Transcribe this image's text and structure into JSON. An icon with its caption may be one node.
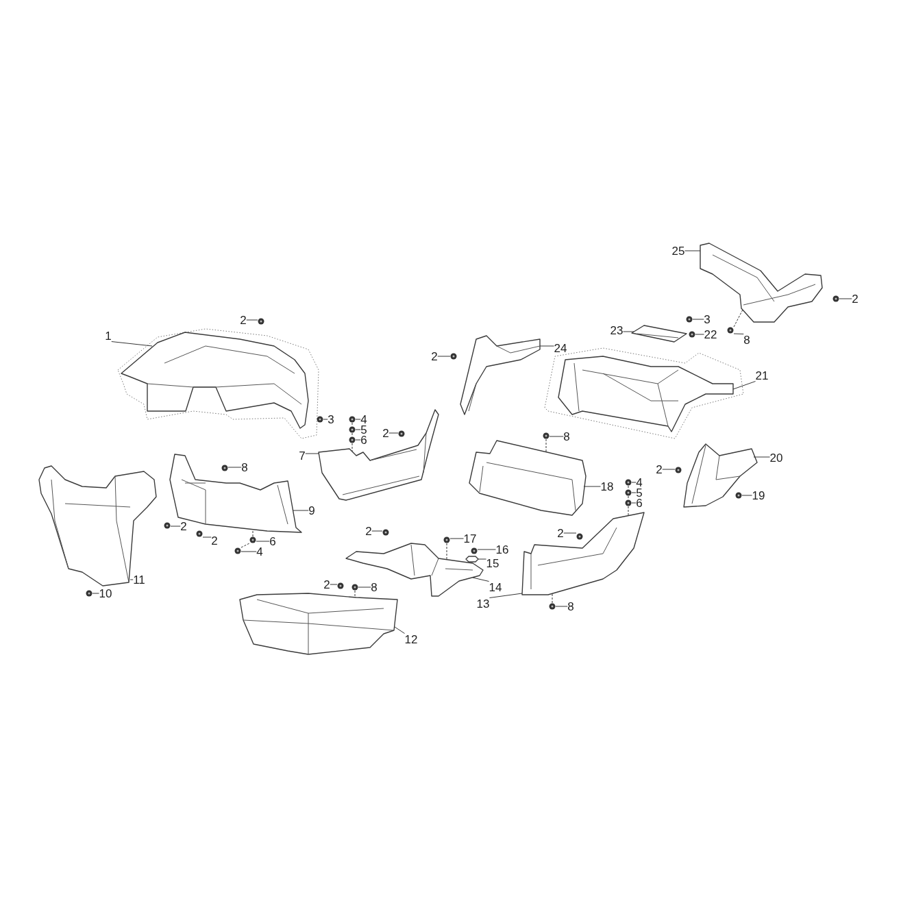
{
  "diagram": {
    "nodes": [
      {
        "text": [
          "25"
        ]
      },
      {
        "text": [],
        "shape": "picture"
      },
      {
        "text": [
          "2"
        ]
      },
      {
        "text": [],
        "shape": "circle"
      },
      {
        "text": [
          "1"
        ]
      },
      {
        "text": [],
        "shape": "picture"
      },
      {
        "text": [
          "2"
        ]
      },
      {
        "text": [],
        "shape": "circle"
      },
      {
        "text": [
          "3"
        ]
      },
      {
        "text": [],
        "shape": "circle"
      },
      {
        "text": [
          "22"
        ]
      },
      {
        "text": [],
        "shape": "circle"
      },
      {
        "text": [
          "8"
        ]
      },
      {
        "text": [],
        "shape": "circle"
      },
      {
        "text": [
          "23"
        ]
      },
      {
        "text": [],
        "shape": "picture"
      },
      {
        "text": [
          "24"
        ]
      },
      {
        "text": [],
        "shape": "picture"
      },
      {
        "text": [
          "2"
        ]
      },
      {
        "text": [],
        "shape": "circle"
      },
      {
        "text": [
          "21"
        ]
      },
      {
        "text": [],
        "shape": "picture"
      },
      {
        "text": [
          "3"
        ]
      },
      {
        "text": [],
        "shape": "circle"
      },
      {
        "text": [
          "4"
        ]
      },
      {
        "text": [],
        "shape": "circle"
      },
      {
        "text": [
          "5"
        ]
      },
      {
        "text": [],
        "shape": "circle"
      },
      {
        "text": [
          "6"
        ]
      },
      {
        "text": [],
        "shape": "circle"
      },
      {
        "text": [
          "2"
        ]
      },
      {
        "text": [],
        "shape": "circle"
      },
      {
        "text": [
          "8"
        ]
      },
      {
        "text": [],
        "shape": "circle"
      },
      {
        "text": [
          "7"
        ]
      },
      {
        "text": [],
        "shape": "picture"
      },
      {
        "text": [
          "20"
        ]
      },
      {
        "text": [],
        "shape": "picture"
      },
      {
        "text": [
          "2"
        ]
      },
      {
        "text": [],
        "shape": "circle"
      },
      {
        "text": [
          "8"
        ]
      },
      {
        "text": [],
        "shape": "circle"
      },
      {
        "text": [
          "18"
        ]
      },
      {
        "text": [],
        "shape": "picture"
      },
      {
        "text": [
          "4"
        ]
      },
      {
        "text": [],
        "shape": "circle"
      },
      {
        "text": [
          "5"
        ]
      },
      {
        "text": [],
        "shape": "circle"
      },
      {
        "text": [
          "6"
        ]
      },
      {
        "text": [],
        "shape": "circle"
      },
      {
        "text": [
          "19"
        ]
      },
      {
        "text": [],
        "shape": "circle"
      },
      {
        "text": [
          "9"
        ]
      },
      {
        "text": [],
        "shape": "picture"
      },
      {
        "text": [
          "2"
        ]
      },
      {
        "text": [],
        "shape": "circle"
      },
      {
        "text": [
          "2"
        ]
      },
      {
        "text": [],
        "shape": "circle"
      },
      {
        "text": [
          "6"
        ]
      },
      {
        "text": [],
        "shape": "circle"
      },
      {
        "text": [
          "4"
        ]
      },
      {
        "text": [],
        "shape": "circle"
      },
      {
        "text": [
          "2"
        ]
      },
      {
        "text": [],
        "shape": "circle"
      },
      {
        "text": [
          "2"
        ]
      },
      {
        "text": [],
        "shape": "circle"
      },
      {
        "text": [
          "17"
        ]
      },
      {
        "text": [],
        "shape": "circle"
      },
      {
        "text": [
          "16"
        ]
      },
      {
        "text": [],
        "shape": "circle"
      },
      {
        "text": [
          "15"
        ]
      },
      {
        "text": [],
        "shape": "picture"
      },
      {
        "text": [
          "11"
        ]
      },
      {
        "text": [],
        "shape": "picture"
      },
      {
        "text": [
          "14"
        ]
      },
      {
        "text": [],
        "shape": "picture"
      },
      {
        "text": [
          "2"
        ]
      },
      {
        "text": [],
        "shape": "circle"
      },
      {
        "text": [
          "8"
        ]
      },
      {
        "text": [],
        "shape": "circle"
      },
      {
        "text": [
          "10"
        ]
      },
      {
        "text": [],
        "shape": "circle"
      },
      {
        "text": [
          "13"
        ]
      },
      {
        "text": [],
        "shape": "picture"
      },
      {
        "text": [
          "8"
        ]
      },
      {
        "text": [],
        "shape": "circle"
      },
      {
        "text": [
          "12"
        ]
      },
      {
        "text": [],
        "shape": "picture"
      }
    ],
    "edges": [
      {
        "from": 0,
        "to": 1,
        "arrow": "none"
      },
      {
        "from": 2,
        "to": 3,
        "arrow": "none"
      },
      {
        "from": 4,
        "to": 5,
        "arrow": "none"
      },
      {
        "from": 6,
        "to": 7,
        "arrow": "none"
      },
      {
        "from": 8,
        "to": 9,
        "arrow": "none"
      },
      {
        "from": 10,
        "to": 11,
        "arrow": "none"
      },
      {
        "from": 12,
        "to": 13,
        "arrow": "none"
      },
      {
        "from": 14,
        "to": 15,
        "arrow": "none"
      },
      {
        "from": 16,
        "to": 17,
        "arrow": "none"
      },
      {
        "from": 18,
        "to": 19,
        "arrow": "none"
      },
      {
        "from": 20,
        "to": 21,
        "arrow": "none"
      },
      {
        "from": 22,
        "to": 23,
        "arrow": "none"
      },
      {
        "from": 24,
        "to": 25,
        "arrow": "none"
      },
      {
        "from": 26,
        "to": 27,
        "arrow": "none"
      },
      {
        "from": 28,
        "to": 29,
        "arrow": "none"
      },
      {
        "from": 30,
        "to": 31,
        "arrow": "none"
      },
      {
        "from": 32,
        "to": 33,
        "arrow": "none"
      },
      {
        "from": 34,
        "to": 35,
        "arrow": "none"
      },
      {
        "from": 36,
        "to": 37,
        "arrow": "none"
      },
      {
        "from": 38,
        "to": 39,
        "arrow": "none"
      },
      {
        "from": 40,
        "to": 41,
        "arrow": "none"
      },
      {
        "from": 42,
        "to": 43,
        "arrow": "none"
      },
      {
        "from": 44,
        "to": 45,
        "arrow": "none"
      },
      {
        "from": 46,
        "to": 47,
        "arrow": "none"
      },
      {
        "from": 48,
        "to": 49,
        "arrow": "none"
      },
      {
        "from": 50,
        "to": 51,
        "arrow": "none"
      },
      {
        "from": 52,
        "to": 53,
        "arrow": "none"
      },
      {
        "from": 54,
        "to": 55,
        "arrow": "none"
      },
      {
        "from": 56,
        "to": 57,
        "arrow": "none"
      },
      {
        "from": 58,
        "to": 59,
        "arrow": "none"
      },
      {
        "from": 60,
        "to": 61,
        "arrow": "none"
      },
      {
        "from": 62,
        "to": 63,
        "arrow": "none"
      },
      {
        "from": 64,
        "to": 65,
        "arrow": "none"
      },
      {
        "from": 66,
        "to": 67,
        "arrow": "none"
      },
      {
        "from": 68,
        "to": 69,
        "arrow": "none"
      },
      {
        "from": 70,
        "to": 71,
        "arrow": "none"
      },
      {
        "from": 72,
        "to": 73,
        "arrow": "none"
      },
      {
        "from": 74,
        "to": 75,
        "arrow": "none"
      },
      {
        "from": 76,
        "to": 77,
        "arrow": "none"
      },
      {
        "from": 78,
        "to": 79,
        "arrow": "none"
      },
      {
        "from": 80,
        "to": 81,
        "arrow": "none"
      },
      {
        "from": 82,
        "to": 83,
        "arrow": "none"
      },
      {
        "from": 84,
        "to": 85,
        "arrow": "none"
      },
      {
        "from": 86,
        "to": 87,
        "arrow": "none"
      },
      {
        "from": 13,
        "to": 1,
        "arrow": "none",
        "style": "dashed"
      },
      {
        "from": 25,
        "to": 27,
        "arrow": "none",
        "style": "dashed"
      },
      {
        "from": 27,
        "to": 29,
        "arrow": "none",
        "style": "dashed"
      },
      {
        "from": 29,
        "to": 35,
        "arrow": "none",
        "style": "dashed"
      },
      {
        "from": 33,
        "to": 43,
        "arrow": "none",
        "style": "dashed"
      },
      {
        "from": 45,
        "to": 47,
        "arrow": "none",
        "style": "dashed"
      },
      {
        "from": 47,
        "to": 49,
        "arrow": "none",
        "style": "dashed"
      },
      {
        "from": 49,
        "to": 83,
        "arrow": "none",
        "style": "dashed"
      },
      {
        "from": 61,
        "to": 59,
        "arrow": "none",
        "style": "dashed"
      },
      {
        "from": 59,
        "to": 53,
        "arrow": "none",
        "style": "dashed"
      },
      {
        "from": 67,
        "to": 75,
        "arrow": "none",
        "style": "dashed"
      },
      {
        "from": 79,
        "to": 87,
        "arrow": "none",
        "style": "dashed"
      },
      {
        "from": 85,
        "to": 83,
        "arrow": "none",
        "style": "dashed"
      }
    ]
  }
}
